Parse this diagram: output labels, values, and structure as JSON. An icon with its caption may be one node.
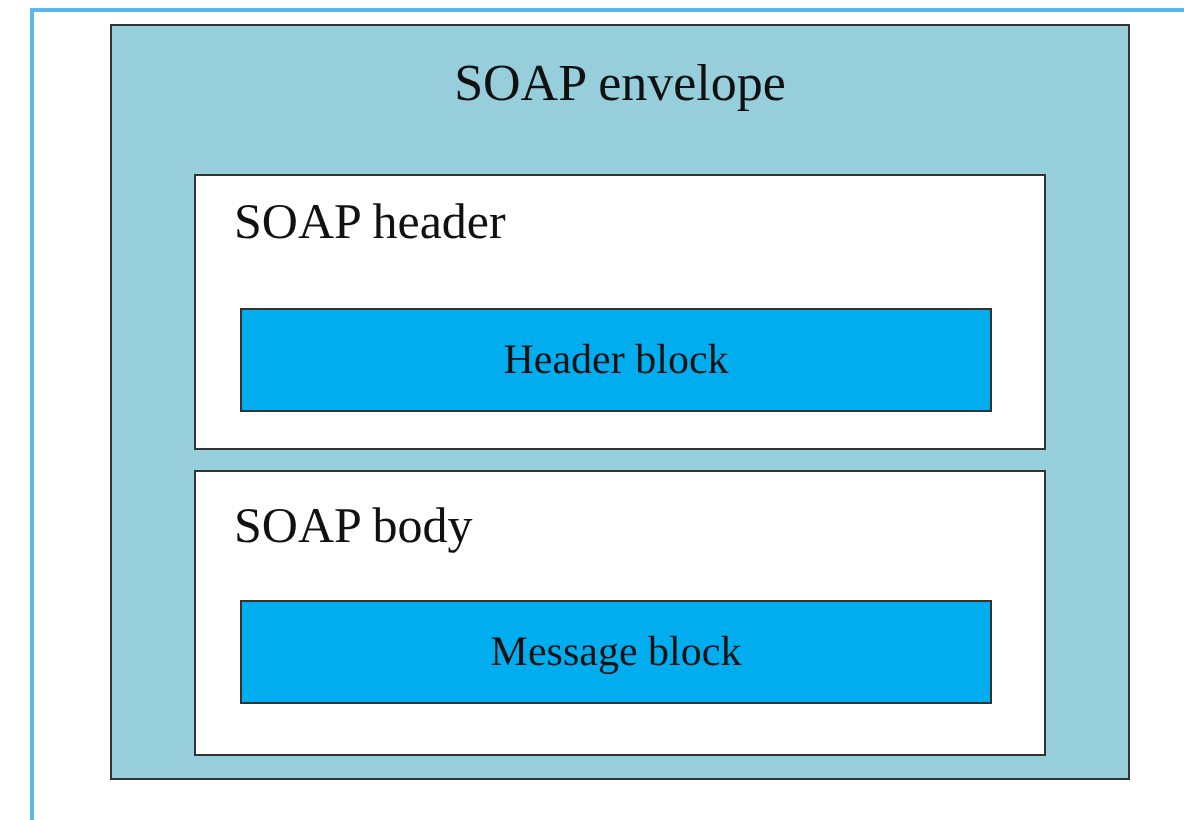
{
  "diagram": {
    "nodes": [
      {
        "text": [
          "SOAP envelope"
        ]
      },
      {
        "text": [
          "SOAP header"
        ],
        "in": 0
      },
      {
        "text": [
          "Header block"
        ],
        "in": 1
      },
      {
        "text": [
          "SOAP body"
        ],
        "in": 0
      },
      {
        "text": [
          "Message block"
        ],
        "in": 3
      }
    ]
  }
}
